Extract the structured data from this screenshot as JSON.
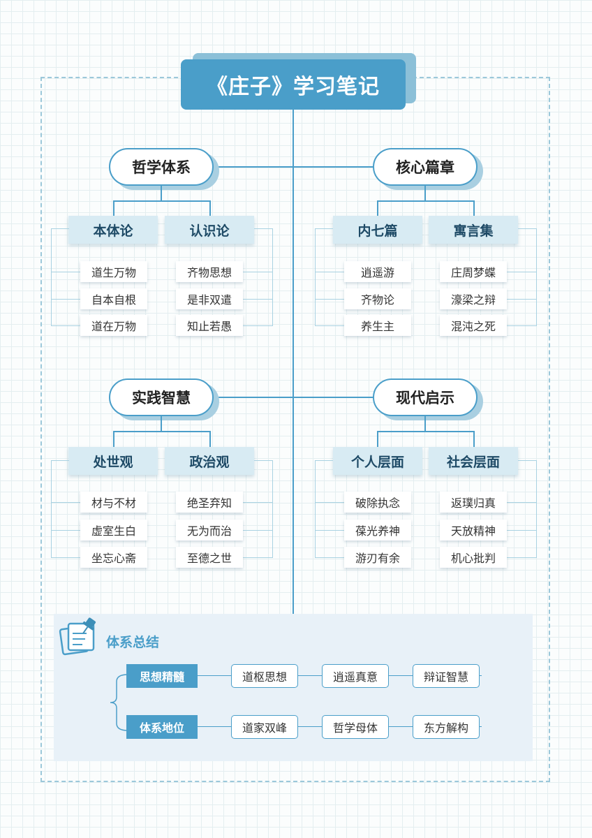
{
  "title": "《庄子》学习笔记",
  "sections": [
    {
      "label": "哲学体系",
      "groups": [
        {
          "label": "本体论",
          "items": [
            "道生万物",
            "自本自根",
            "道在万物"
          ]
        },
        {
          "label": "认识论",
          "items": [
            "齐物思想",
            "是非双遣",
            "知止若愚"
          ]
        }
      ]
    },
    {
      "label": "核心篇章",
      "groups": [
        {
          "label": "内七篇",
          "items": [
            "逍遥游",
            "齐物论",
            "养生主"
          ]
        },
        {
          "label": "寓言集",
          "items": [
            "庄周梦蝶",
            "濠梁之辩",
            "混沌之死"
          ]
        }
      ]
    },
    {
      "label": "实践智慧",
      "groups": [
        {
          "label": "处世观",
          "items": [
            "材与不材",
            "虚室生白",
            "坐忘心斋"
          ]
        },
        {
          "label": "政治观",
          "items": [
            "绝圣弃知",
            "无为而治",
            "至德之世"
          ]
        }
      ]
    },
    {
      "label": "现代启示",
      "groups": [
        {
          "label": "个人层面",
          "items": [
            "破除执念",
            "葆光养神",
            "游刃有余"
          ]
        },
        {
          "label": "社会层面",
          "items": [
            "返璞归真",
            "天放精神",
            "机心批判"
          ]
        }
      ]
    }
  ],
  "summary": {
    "title": "体系总结",
    "icon": "notes-pin-icon",
    "rows": [
      {
        "label": "思想精髓",
        "items": [
          "道枢思想",
          "逍遥真意",
          "辩证智慧"
        ]
      },
      {
        "label": "体系地位",
        "items": [
          "道家双峰",
          "哲学母体",
          "东方解构"
        ]
      }
    ]
  },
  "colors": {
    "accent": "#4a9ec9",
    "light": "#d8ebf3",
    "shadow": "#a9cfe1",
    "panel": "#e8f1f8"
  }
}
